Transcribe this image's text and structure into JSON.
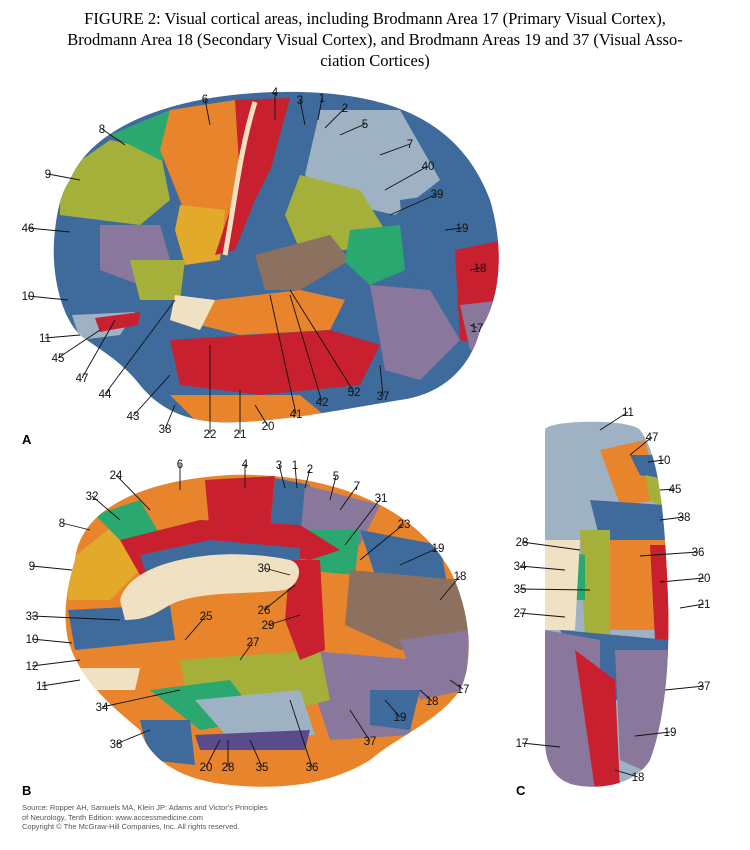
{
  "title": {
    "line1": "FIGURE 2: Visual cortical areas, including Brodmann Area 17 (Primary Visual Cortex),",
    "line2": "Brodmann Area 18 (Secondary Visual Cortex), and Brodmann Areas 19 and 37 (Visual Asso-",
    "line3": "ciation Cortices)"
  },
  "colors": {
    "orange": "#e8842c",
    "red": "#c8202f",
    "blue": "#3f6a9c",
    "lightblue": "#9eb2c4",
    "green": "#2aa870",
    "olive": "#a5b03a",
    "mauve": "#8a789c",
    "gold": "#e3a92a",
    "brown": "#8c7060",
    "cream": "#efe1c2"
  },
  "panels": {
    "a": {
      "letter": "A",
      "labels": [
        "4",
        "3",
        "1",
        "2",
        "5",
        "7",
        "40",
        "39",
        "19",
        "18",
        "17",
        "6",
        "8",
        "9",
        "46",
        "10",
        "11",
        "45",
        "47",
        "44",
        "43",
        "38",
        "22",
        "21",
        "20",
        "41",
        "42",
        "52",
        "37"
      ]
    },
    "b": {
      "letter": "B",
      "labels": [
        "24",
        "6",
        "4",
        "3",
        "1",
        "2",
        "5",
        "7",
        "31",
        "23",
        "19",
        "18",
        "17",
        "32",
        "8",
        "9",
        "33",
        "10",
        "12",
        "11",
        "30",
        "26",
        "29",
        "25",
        "27",
        "34",
        "38",
        "20",
        "28",
        "35",
        "36",
        "37",
        "19",
        "18"
      ]
    },
    "c": {
      "letter": "C",
      "labels": [
        "11",
        "47",
        "10",
        "45",
        "38",
        "28",
        "36",
        "34",
        "20",
        "35",
        "21",
        "27",
        "37",
        "19",
        "17",
        "18"
      ]
    }
  },
  "source": {
    "line1": "Source: Ropper AH, Samuels MA, Klein JP: Adams and Victor's Principles",
    "line2": "of Neurology, Tenth Edition: www.accessmedicine.com",
    "line3": "Copyright © The McGraw-Hill Companies, Inc. All rights reserved."
  }
}
